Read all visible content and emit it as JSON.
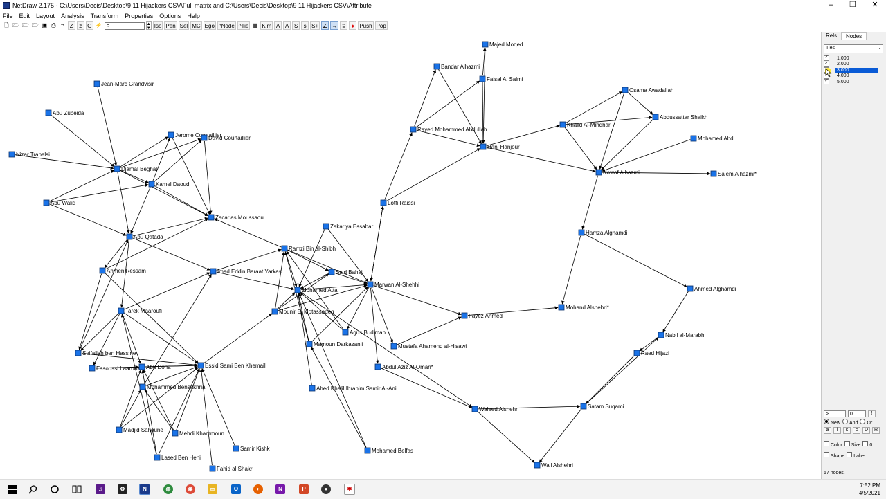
{
  "window": {
    "title": "NetDraw 2.175 - C:\\Users\\Decis\\Desktop\\9 11 Hijackers CSV\\Full matrix and C:\\Users\\Decis\\Desktop\\9 11 Hijackers CSV\\Attribute",
    "minimize_glyph": "–",
    "maximize_glyph": "❐",
    "close_glyph": "✕"
  },
  "menu": [
    "File",
    "Edit",
    "Layout",
    "Analysis",
    "Transform",
    "Properties",
    "Options",
    "Help"
  ],
  "toolbar": {
    "spin_value": "5",
    "buttons": [
      "Iso",
      "Pen",
      "Sel",
      "MC",
      "Ego",
      "^Node",
      "^Tie",
      "Kim",
      "A",
      "A",
      "S",
      "s",
      "S+",
      "Push",
      "Pop"
    ],
    "letter_buttons": [
      "Z",
      "z",
      "G"
    ]
  },
  "panel": {
    "tabs": [
      "Rels",
      "Nodes"
    ],
    "active_tab": "Nodes",
    "select_value": "Ties",
    "tie_values": [
      {
        "label": "1.000",
        "checked": true
      },
      {
        "label": "2.000",
        "checked": true
      },
      {
        "label": "3.000",
        "checked": false,
        "selected": true
      },
      {
        "label": "4.000",
        "checked": true
      },
      {
        "label": "5.000",
        "checked": true
      }
    ],
    "compare_op": ">",
    "threshold": "0",
    "radio_labels": [
      "New",
      "And",
      "Or"
    ],
    "small_buttons": [
      "a",
      "i",
      "s",
      "c",
      "D",
      "R"
    ],
    "check_labels": [
      "Color",
      "Size",
      "0",
      "Shape",
      "Label"
    ],
    "status": "57 nodes."
  },
  "taskbar": {
    "time": "7:52 PM",
    "date": "4/5/2021"
  },
  "colors": {
    "node_fill": "#1a73e8",
    "node_stroke": "#0b2f66",
    "edge": "#000000",
    "selection": "#0a5bd6"
  },
  "graph": {
    "nodes": [
      {
        "id": "majed",
        "label": "Majed Moqed"
      },
      {
        "id": "bandar",
        "label": "Bandar Alhazmi"
      },
      {
        "id": "faisal",
        "label": "Faisal Al Salmi"
      },
      {
        "id": "rayed",
        "label": "Rayed Mohammed Abdullah"
      },
      {
        "id": "hani",
        "label": "Hani Hanjour"
      },
      {
        "id": "osama",
        "label": "Osama Awadallah"
      },
      {
        "id": "abdussattar",
        "label": "Abdussattar Shaikh"
      },
      {
        "id": "khalid",
        "label": "Khalid Al-Mihdhar"
      },
      {
        "id": "mabdi",
        "label": "Mohamed Abdi"
      },
      {
        "id": "nawaf",
        "label": "Nawaf Alhazmi"
      },
      {
        "id": "salem",
        "label": "Salem Alhazmi*"
      },
      {
        "id": "lotfi",
        "label": "Lotfi Raissi"
      },
      {
        "id": "hamza",
        "label": "Hamza Alghamdi"
      },
      {
        "id": "zakariya",
        "label": "Zakariya Essabar"
      },
      {
        "id": "ramzi",
        "label": "Ramzi Bin al-Shibh"
      },
      {
        "id": "said",
        "label": "Said Bahaji"
      },
      {
        "id": "marwan",
        "label": "Marwan Al-Shehhi"
      },
      {
        "id": "atta",
        "label": "Mohamed Atta"
      },
      {
        "id": "ahmedg",
        "label": "Ahmed Alghamdi"
      },
      {
        "id": "mohandS",
        "label": "Mohand Alshehri*"
      },
      {
        "id": "fayez",
        "label": "Fayez Ahmed"
      },
      {
        "id": "mounir",
        "label": "Mounir El Motassadeq"
      },
      {
        "id": "agus",
        "label": "Agus Budiman"
      },
      {
        "id": "mamoun",
        "label": "Mamoun Darkazanli"
      },
      {
        "id": "mustafa",
        "label": "Mustafa Ahamend al-Hisawi"
      },
      {
        "id": "nabil",
        "label": "Nabil al-Marabh"
      },
      {
        "id": "raed",
        "label": "Raed Hijazi"
      },
      {
        "id": "aziz",
        "label": "Abdul Aziz Al-Omari*"
      },
      {
        "id": "ahed",
        "label": "Ahed Khalil Ibrahim Samir Al-Ani"
      },
      {
        "id": "waleed",
        "label": "Waleed Alshehri"
      },
      {
        "id": "satam",
        "label": "Satam Suqami"
      },
      {
        "id": "belfas",
        "label": "Mohamed Belfas"
      },
      {
        "id": "wail",
        "label": "Wail Alshehri"
      },
      {
        "id": "jeanmarc",
        "label": "Jean-Marc Grandvisir"
      },
      {
        "id": "zubeida",
        "label": "Abu Zubeida"
      },
      {
        "id": "jerome",
        "label": "Jerome Courtaillier"
      },
      {
        "id": "david",
        "label": "David Courtaillier"
      },
      {
        "id": "nizar",
        "label": "Nizar Trabelsi"
      },
      {
        "id": "djamal",
        "label": "Djamal Beghal"
      },
      {
        "id": "kamel",
        "label": "Kamel Daoudi"
      },
      {
        "id": "walid",
        "label": "Abu Walid"
      },
      {
        "id": "zacarias",
        "label": "Zacarias Moussaoui"
      },
      {
        "id": "qatada",
        "label": "Abu Qatada"
      },
      {
        "id": "ahmen",
        "label": "Ahmen Ressam"
      },
      {
        "id": "imad",
        "label": "Imad Eddin Baraat Yarkas"
      },
      {
        "id": "tarek",
        "label": "Tarek Maaroufi"
      },
      {
        "id": "seifallah",
        "label": "Seifallah ben Hassine"
      },
      {
        "id": "essoussi",
        "label": "Essoussi Laaroussi"
      },
      {
        "id": "doha",
        "label": "Abu Doha"
      },
      {
        "id": "essid",
        "label": "Essid Sami Ben Khemail"
      },
      {
        "id": "bensakhria",
        "label": "Mohammed Bensakhria"
      },
      {
        "id": "madjid",
        "label": "Madjid Sahoune"
      },
      {
        "id": "mehdi",
        "label": "Mehdi Khammoun"
      },
      {
        "id": "samir",
        "label": "Samir Kishk"
      },
      {
        "id": "lased",
        "label": "Lased Ben Heni"
      },
      {
        "id": "fahid",
        "label": "Fahid al Shakri"
      }
    ],
    "edges": [
      [
        "faisal",
        "majed"
      ],
      [
        "faisal",
        "hani"
      ],
      [
        "majed",
        "hani"
      ],
      [
        "bandar",
        "hani"
      ],
      [
        "rayed",
        "bandar"
      ],
      [
        "rayed",
        "faisal"
      ],
      [
        "rayed",
        "hani"
      ],
      [
        "hani",
        "khalid"
      ],
      [
        "hani",
        "nawaf"
      ],
      [
        "khalid",
        "osama"
      ],
      [
        "khalid",
        "abdussattar"
      ],
      [
        "khalid",
        "nawaf"
      ],
      [
        "osama",
        "abdussattar"
      ],
      [
        "osama",
        "nawaf"
      ],
      [
        "abdussattar",
        "nawaf"
      ],
      [
        "mabdi",
        "nawaf"
      ],
      [
        "nawaf",
        "salem"
      ],
      [
        "nawaf",
        "hamza"
      ],
      [
        "lotfi",
        "rayed"
      ],
      [
        "lotfi",
        "hani"
      ],
      [
        "lotfi",
        "marwan"
      ],
      [
        "hamza",
        "mohandS"
      ],
      [
        "hamza",
        "ahmedg"
      ],
      [
        "ahmedg",
        "nabil"
      ],
      [
        "nabil",
        "raed"
      ],
      [
        "raed",
        "satam"
      ],
      [
        "satam",
        "nabil"
      ],
      [
        "satam",
        "wail"
      ],
      [
        "waleed",
        "satam"
      ],
      [
        "waleed",
        "wail"
      ],
      [
        "fayez",
        "mohandS"
      ],
      [
        "marwan",
        "fayez"
      ],
      [
        "mustafa",
        "fayez"
      ],
      [
        "marwan",
        "mustafa"
      ],
      [
        "marwan",
        "aziz"
      ],
      [
        "aziz",
        "waleed"
      ],
      [
        "atta",
        "waleed"
      ],
      [
        "marwan",
        "agus"
      ],
      [
        "zakariya",
        "atta"
      ],
      [
        "zakariya",
        "marwan"
      ],
      [
        "ramzi",
        "said"
      ],
      [
        "ramzi",
        "marwan"
      ],
      [
        "ramzi",
        "atta"
      ],
      [
        "ramzi",
        "zacarias"
      ],
      [
        "said",
        "atta"
      ],
      [
        "said",
        "marwan"
      ],
      [
        "atta",
        "marwan"
      ],
      [
        "mounir",
        "atta"
      ],
      [
        "mounir",
        "marwan"
      ],
      [
        "mounir",
        "said"
      ],
      [
        "mounir",
        "ramzi"
      ],
      [
        "agus",
        "atta"
      ],
      [
        "agus",
        "ramzi"
      ],
      [
        "mamoun",
        "atta"
      ],
      [
        "mamoun",
        "marwan"
      ],
      [
        "mamoun",
        "ramzi"
      ],
      [
        "ahed",
        "atta"
      ],
      [
        "belfas",
        "mamoun"
      ],
      [
        "belfas",
        "atta"
      ],
      [
        "imad",
        "atta"
      ],
      [
        "imad",
        "ramzi"
      ],
      [
        "essid",
        "mounir"
      ],
      [
        "marwan",
        "lotfi"
      ],
      [
        "jeanmarc",
        "djamal"
      ],
      [
        "zubeida",
        "djamal"
      ],
      [
        "nizar",
        "djamal"
      ],
      [
        "walid",
        "djamal"
      ],
      [
        "walid",
        "kamel"
      ],
      [
        "djamal",
        "jerome"
      ],
      [
        "djamal",
        "david"
      ],
      [
        "djamal",
        "kamel"
      ],
      [
        "djamal",
        "zacarias"
      ],
      [
        "djamal",
        "qatada"
      ],
      [
        "kamel",
        "jerome"
      ],
      [
        "kamel",
        "david"
      ],
      [
        "kamel",
        "zacarias"
      ],
      [
        "kamel",
        "qatada"
      ],
      [
        "jerome",
        "zacarias"
      ],
      [
        "david",
        "zacarias"
      ],
      [
        "walid",
        "qatada"
      ],
      [
        "qatada",
        "zacarias"
      ],
      [
        "qatada",
        "imad"
      ],
      [
        "ahmen",
        "zacarias"
      ],
      [
        "qatada",
        "ahmen"
      ],
      [
        "qatada",
        "tarek"
      ],
      [
        "tarek",
        "imad"
      ],
      [
        "tarek",
        "seifallah"
      ],
      [
        "tarek",
        "essoussi"
      ],
      [
        "tarek",
        "essid"
      ],
      [
        "tarek",
        "doha"
      ],
      [
        "ahmen",
        "seifallah"
      ],
      [
        "ahmen",
        "essid"
      ],
      [
        "seifallah",
        "essid"
      ],
      [
        "essoussi",
        "essid"
      ],
      [
        "doha",
        "essid"
      ],
      [
        "bensakhria",
        "essid"
      ],
      [
        "madjid",
        "essid"
      ],
      [
        "mehdi",
        "essid"
      ],
      [
        "samir",
        "essid"
      ],
      [
        "lased",
        "essid"
      ],
      [
        "fahid",
        "essid"
      ],
      [
        "madjid",
        "doha"
      ],
      [
        "mehdi",
        "doha"
      ],
      [
        "lased",
        "doha"
      ],
      [
        "lased",
        "tarek"
      ],
      [
        "mehdi",
        "bensakhria"
      ],
      [
        "bensakhria",
        "imad"
      ],
      [
        "seifallah",
        "qatada"
      ],
      [
        "essoussi",
        "doha"
      ],
      [
        "madjid",
        "bensakhria"
      ]
    ]
  }
}
